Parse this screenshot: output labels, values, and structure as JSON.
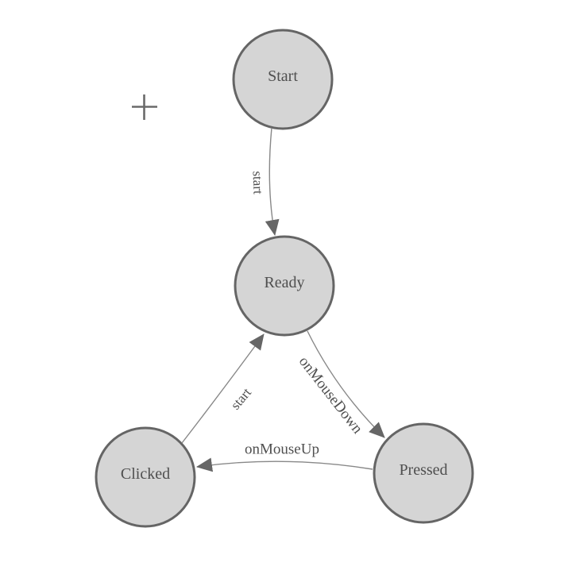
{
  "diagram": {
    "type": "state-machine",
    "colors": {
      "node_fill": "#d5d5d5",
      "node_stroke": "#656565",
      "edge_stroke": "#888888",
      "arrow_fill": "#666666",
      "text_color": "#4f4f4f",
      "crosshair": "#6a6a6a",
      "background": "#ffffff"
    },
    "icons": {
      "crosshair": "crosshair-icon",
      "arrowhead": "arrowhead-icon"
    },
    "nodes": [
      {
        "id": "start",
        "label": "Start"
      },
      {
        "id": "ready",
        "label": "Ready"
      },
      {
        "id": "clicked",
        "label": "Clicked"
      },
      {
        "id": "pressed",
        "label": "Pressed"
      }
    ],
    "edges": [
      {
        "from": "Start",
        "to": "Ready",
        "label": "start"
      },
      {
        "from": "Clicked",
        "to": "Ready",
        "label": "start"
      },
      {
        "from": "Ready",
        "to": "Pressed",
        "label": "onMouseDown"
      },
      {
        "from": "Pressed",
        "to": "Clicked",
        "label": "onMouseUp"
      }
    ]
  }
}
